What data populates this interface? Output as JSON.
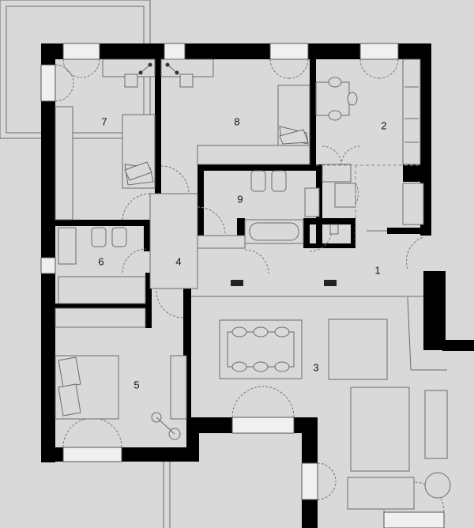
{
  "plan": {
    "rooms": [
      {
        "id": "room-1",
        "label": "1"
      },
      {
        "id": "room-2",
        "label": "2"
      },
      {
        "id": "room-3",
        "label": "3"
      },
      {
        "id": "room-4",
        "label": "4"
      },
      {
        "id": "room-5",
        "label": "5"
      },
      {
        "id": "room-6",
        "label": "6"
      },
      {
        "id": "room-7",
        "label": "7"
      },
      {
        "id": "room-8",
        "label": "8"
      },
      {
        "id": "room-9",
        "label": "9"
      }
    ],
    "colors": {
      "wall": "#000000",
      "floor": "#d9d9d9",
      "line": "#6a6a6a",
      "window": "#f0f0f0"
    }
  }
}
